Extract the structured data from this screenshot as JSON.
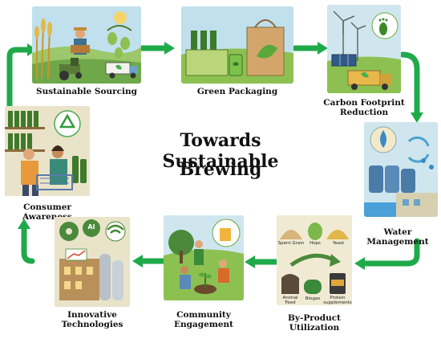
{
  "title_line1": "Towards Sustainable",
  "title_line2": "Brewing",
  "stages": {
    "sourcing": "Sustainable Sourcing",
    "packaging": "Green Packaging",
    "carbon_1": "Carbon Footprint",
    "carbon_2": "Reduction",
    "water": "Water Management",
    "byproduct_1": "By-Product",
    "byproduct_2": "Utilization",
    "community_1": "Community",
    "community_2": "Engagement",
    "tech_1": "Innovative",
    "tech_2": "Technologies",
    "consumer": "Consumer Awareness"
  },
  "byproduct_labels": {
    "spent_grain": "Spent Grain",
    "hops": "Hops",
    "yeast": "Yeast",
    "animal_feed_1": "Animal",
    "animal_feed_2": "Feed",
    "biogas": "Biogas",
    "protein_1": "Protein",
    "protein_2": "supplements"
  },
  "tech_badge": "AI",
  "colors": {
    "arrow": "#1faa4a",
    "tile_bg": "#efe6c8",
    "sky": "#bfe0ec"
  }
}
